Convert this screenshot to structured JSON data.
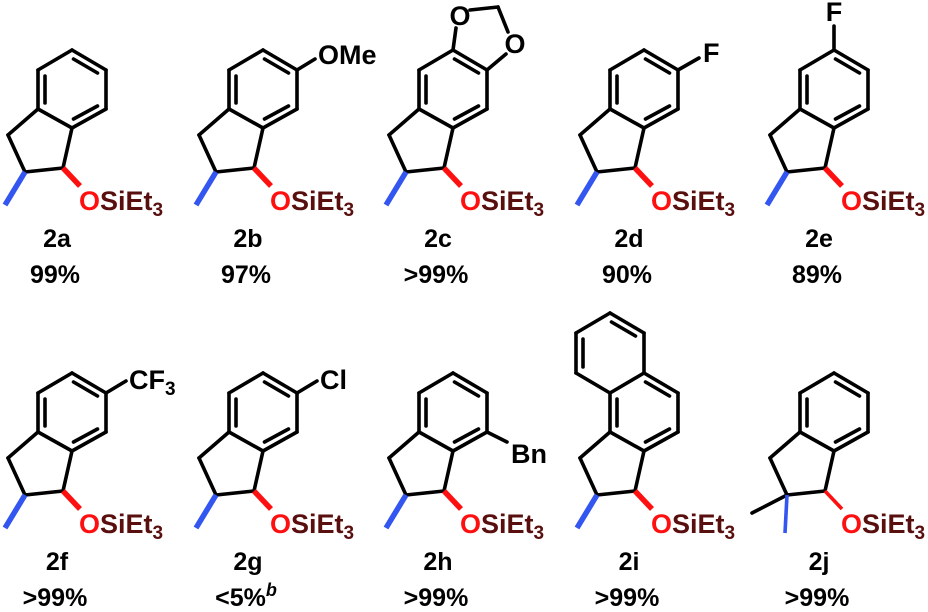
{
  "colors": {
    "bond": "#000000",
    "methyl": "#3355f0",
    "oxygen": "#ff1010",
    "silyl": "#5a0f0f"
  },
  "protecting_group": {
    "o": "O",
    "si": "SiEt",
    "sub": "3"
  },
  "substituent_labels": {
    "ome": "OMe",
    "f": "F",
    "cf": "CF",
    "cf_sub": "3",
    "cl": "Cl",
    "bn": "Bn",
    "dioxole_o": "O"
  },
  "compounds": [
    {
      "id": "2a",
      "yield": "99%",
      "sub": "none"
    },
    {
      "id": "2b",
      "yield": "97%",
      "sub": "ome"
    },
    {
      "id": "2c",
      "yield": ">99%",
      "sub": "dioxole"
    },
    {
      "id": "2d",
      "yield": "90%",
      "sub": "f6"
    },
    {
      "id": "2e",
      "yield": "89%",
      "sub": "f5"
    },
    {
      "id": "2f",
      "yield": ">99%",
      "sub": "cf3"
    },
    {
      "id": "2g",
      "yield": "<5%",
      "footnote": "b",
      "sub": "cl"
    },
    {
      "id": "2h",
      "yield": ">99%",
      "sub": "bn"
    },
    {
      "id": "2i",
      "yield": ">99%",
      "sub": "naphtho"
    },
    {
      "id": "2j",
      "yield": ">99%",
      "sub": "gem"
    }
  ]
}
